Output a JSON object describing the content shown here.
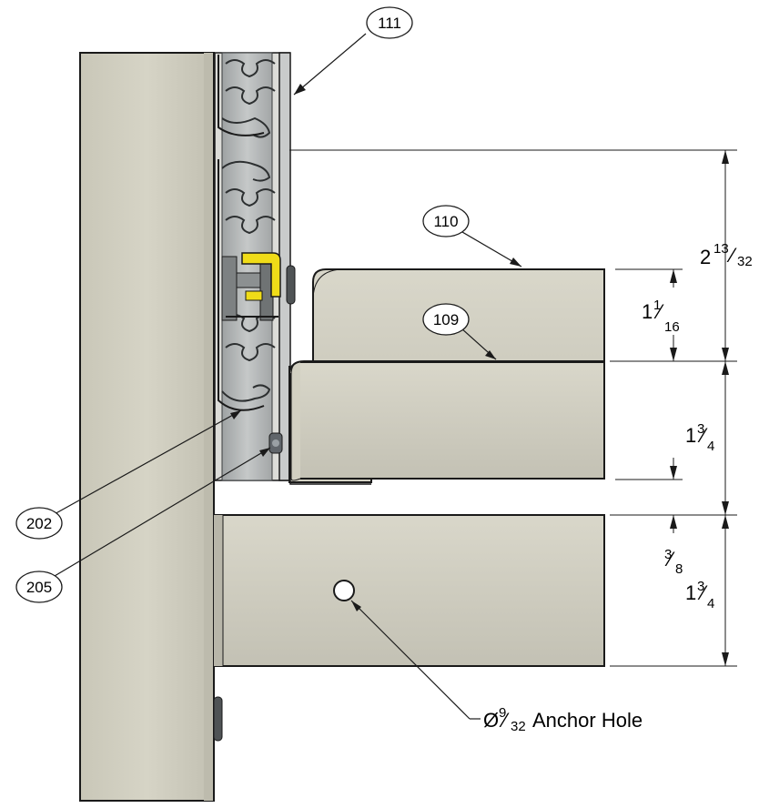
{
  "callouts": {
    "c111": "111",
    "c110": "110",
    "c109": "109",
    "c202": "202",
    "c205": "205"
  },
  "dimensions": {
    "overall_height": {
      "whole": "2",
      "num": "13",
      "den": "32"
    },
    "tray_upper": {
      "whole": "1",
      "num": "1",
      "den": "16"
    },
    "tray_lower": {
      "whole": "1",
      "num": "3",
      "den": "4"
    },
    "gap": {
      "num": "3",
      "den": "8"
    },
    "bracket": {
      "whole": "1",
      "num": "3",
      "den": "4"
    }
  },
  "anchor_hole": {
    "symbol": "Ø",
    "num": "9",
    "den": "32",
    "label": "Anchor Hole"
  },
  "colors": {
    "part_fill": "#d4d2c4",
    "part_shadow": "#b9b7aa",
    "rail_fill": "#b4b7b7",
    "clip_yellow": "#f0dc18",
    "outline": "#1a1a1a"
  }
}
